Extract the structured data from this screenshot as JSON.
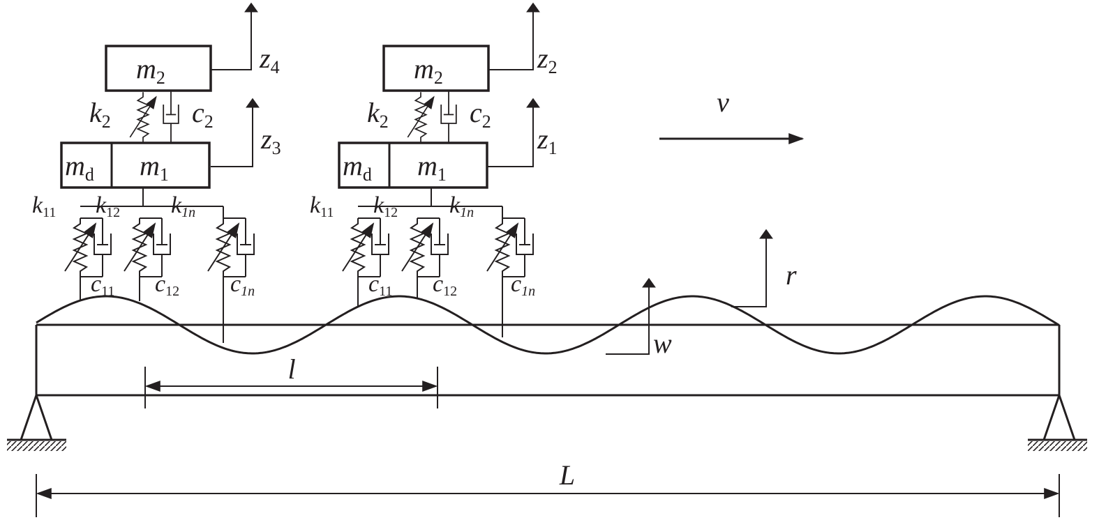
{
  "colors": {
    "ink": "#231f20",
    "background": "#ffffff"
  },
  "labels": {
    "m2": "m",
    "m2_sub": "2",
    "m1": "m",
    "m1_sub": "1",
    "md": "m",
    "md_sub": "d",
    "k2": "k",
    "k2_sub": "2",
    "c2": "c",
    "c2_sub": "2",
    "k11": "k",
    "k11_sub": "11",
    "k12": "k",
    "k12_sub": "12",
    "k1n": "k",
    "k1n_sub": "1n",
    "c11": "c",
    "c11_sub": "11",
    "c12": "c",
    "c12_sub": "12",
    "c1n": "c",
    "c1n_sub": "1n",
    "z1": "z",
    "z1_sub": "1",
    "z2": "z",
    "z2_sub": "2",
    "z3": "z",
    "z3_sub": "3",
    "z4": "z",
    "z4_sub": "4",
    "v": "v",
    "r": "r",
    "w": "w",
    "l": "l",
    "L": "L"
  },
  "icons": {
    "arrow": "arrow-icon",
    "spring": "variable-spring-icon",
    "damper": "damper-icon",
    "support": "pin-support-icon"
  }
}
